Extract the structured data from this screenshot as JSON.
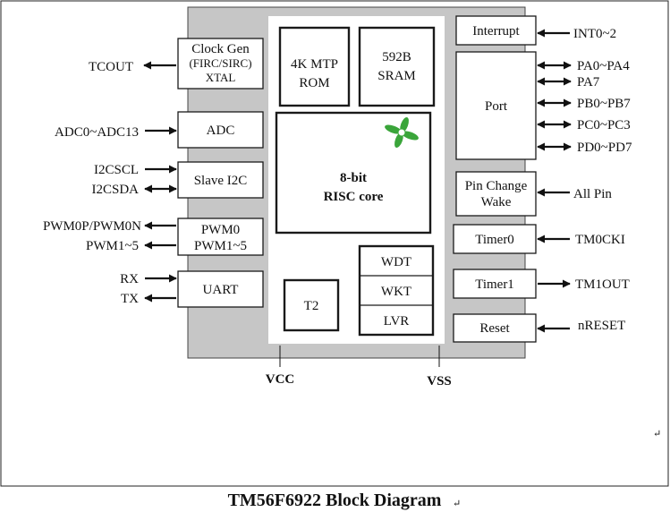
{
  "caption": "TM56F6922 Block Diagram",
  "colors": {
    "chip_fill": "#c6c6c6",
    "core_fill": "#ffffff",
    "accent": "#3aa53a"
  },
  "icon": "pinwheel-logo-icon",
  "blocks": {
    "clock_gen": {
      "line1": "Clock Gen",
      "line2": "(FIRC/SIRC)",
      "line3": "XTAL"
    },
    "adc": "ADC",
    "slave_i2c": "Slave I2C",
    "pwm": {
      "line1": "PWM0",
      "line2": "PWM1~5"
    },
    "uart": "UART",
    "mtp_rom": {
      "line1": "4K MTP",
      "line2": "ROM"
    },
    "sram": {
      "line1": "592B",
      "line2": "SRAM"
    },
    "core": {
      "line1": "8-bit",
      "line2": "RISC core"
    },
    "t2": "T2",
    "wdt": "WDT",
    "wkt": "WKT",
    "lvr": "LVR",
    "interrupt": "Interrupt",
    "port": "Port",
    "pin_change": {
      "line1": "Pin Change",
      "line2": "Wake"
    },
    "timer0": "Timer0",
    "timer1": "Timer1",
    "reset": "Reset"
  },
  "signals": {
    "tcout": "TCOUT",
    "adc_in": "ADC0~ADC13",
    "i2cscl": "I2CSCL",
    "i2csda": "I2CSDA",
    "pwm0": "PWM0P/PWM0N",
    "pwm15": "PWM1~5",
    "rx": "RX",
    "tx": "TX",
    "int": "INT0~2",
    "pa0": "PA0~PA4",
    "pa7": "PA7",
    "pb": "PB0~PB7",
    "pc": "PC0~PC3",
    "pd": "PD0~PD7",
    "allpin": "All Pin",
    "tm0cki": "TM0CKI",
    "tm1out": "TM1OUT",
    "nreset": "nRESET",
    "vcc": "VCC",
    "vss": "VSS"
  },
  "marks": [
    "↵",
    "↵"
  ]
}
